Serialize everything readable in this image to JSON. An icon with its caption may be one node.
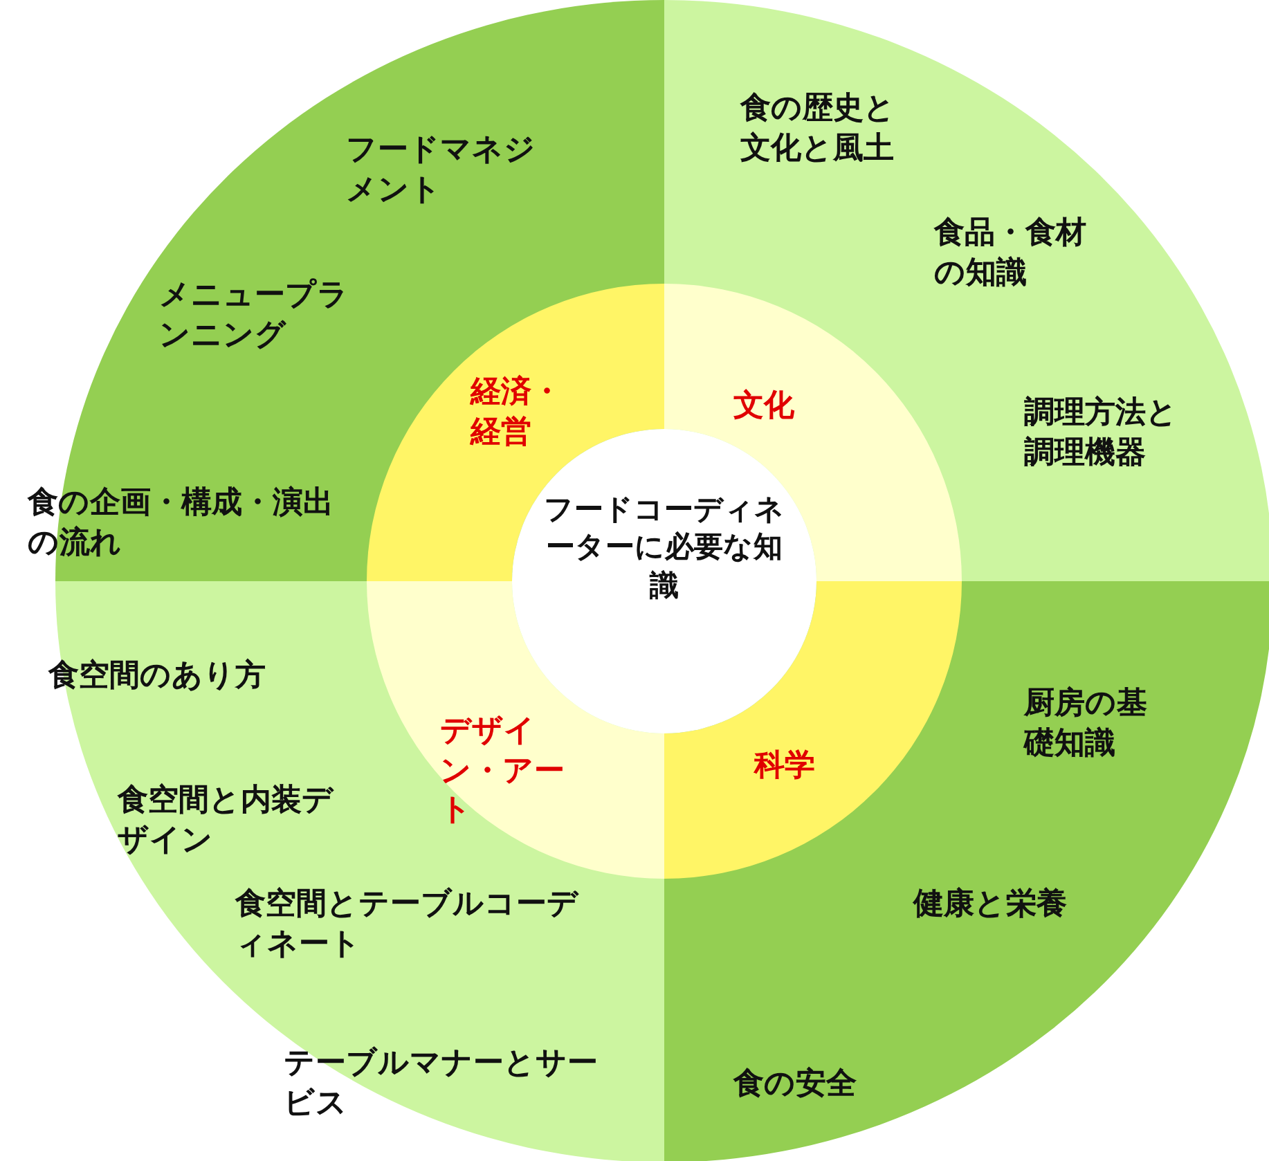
{
  "diagram": {
    "nodes": [
      {
        "text": [
          "フードマネジメント",
          "メニュープランニング",
          "食の企画・構成・演出の流れ"
        ]
      },
      {
        "text": [
          "食の歴史と文化と風土",
          "食品・食材の知識",
          "調理方法と調理機器"
        ]
      },
      {
        "text": [
          "厨房の基礎知識",
          "健康と栄養",
          "食の安全"
        ]
      },
      {
        "text": [
          "食空間のあり方",
          "食空間と内装デザイン",
          "食空間とテーブルコーディネート",
          "テーブルマナーとサービス"
        ]
      },
      {
        "text": [
          "経済・経営"
        ],
        "in": 0
      },
      {
        "text": [
          "文化"
        ],
        "in": 1
      },
      {
        "text": [
          "科学"
        ],
        "in": 2
      },
      {
        "text": [
          "デザイン・アート"
        ],
        "in": 3
      },
      {
        "text": [
          "フードコーディネーターに必要な知識"
        ]
      }
    ],
    "edges": []
  }
}
